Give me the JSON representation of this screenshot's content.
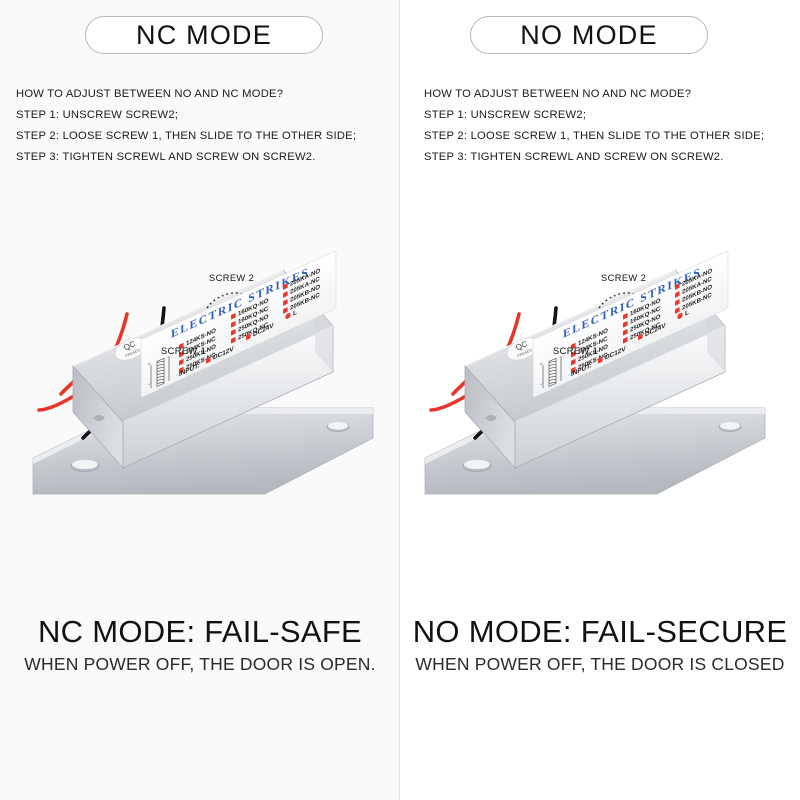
{
  "panels": [
    {
      "id": "nc",
      "title": "NC MODE",
      "instructions": [
        "HOW TO ADJUST BETWEEN NO AND NC MODE?",
        "STEP 1: UNSCREW SCREW2;",
        "STEP 2: LOOSE SCREW 1, THEN SLIDE TO THE OTHER SIDE;",
        "STEP 3: TIGHTEN SCREWL AND SCREW ON SCREW2."
      ],
      "caption_main": "NC MODE: FAIL-SAFE",
      "caption_sub": "WHEN POWER OFF, THE DOOR  IS OPEN.",
      "device": {
        "screw1_label": "SCREW 1",
        "screw2_label": "SCREW 2",
        "slider_direction": "left"
      }
    },
    {
      "id": "no",
      "title": "NO MODE",
      "instructions": [
        "HOW TO ADJUST BETWEEN NO AND NC MODE?",
        "STEP 1: UNSCREW SCREW2;",
        "STEP 2: LOOSE SCREW 1, THEN SLIDE TO THE OTHER SIDE;",
        "STEP 3: TIGHTEN SCREWL AND SCREW ON SCREW2."
      ],
      "caption_main": "NO MODE: FAIL-SECURE",
      "caption_sub": "WHEN POWER OFF, THE DOOR IS CLOSED",
      "device": {
        "screw1_label": "SCREW 1",
        "screw2_label": "SCREW 2",
        "slider_direction": "right"
      }
    }
  ],
  "product_label": {
    "brand": "ELECTRIC STRIKES",
    "qc_sticker": "QC PASSED",
    "columns": [
      [
        "124KS-NO",
        "124KS-NC",
        "250KS-NO",
        "250KS-NC"
      ],
      [
        "160KQ-NO",
        "160KQ-NC",
        "250KQ-NO",
        "250KQ-NC"
      ],
      [
        "205KA-NO",
        "205KA-NC",
        "205KB-NO",
        "205KB-NC"
      ]
    ],
    "input_label": "INPUT:",
    "voltage_options": [
      "DC12V",
      "DC24V"
    ],
    "indicator_label": "L"
  },
  "colors": {
    "brand_blue": "#2f5fc0",
    "checkbox_red": "#e8392c",
    "wire_red": "#e8352a",
    "wire_black": "#141414",
    "metal_light": "#e9eaec",
    "metal_mid": "#c9ccd1",
    "metal_dark": "#9aa0a7",
    "divider": "#e3e3e5",
    "panel_left_bg": "#fafafa",
    "panel_right_bg": "#ffffff"
  }
}
